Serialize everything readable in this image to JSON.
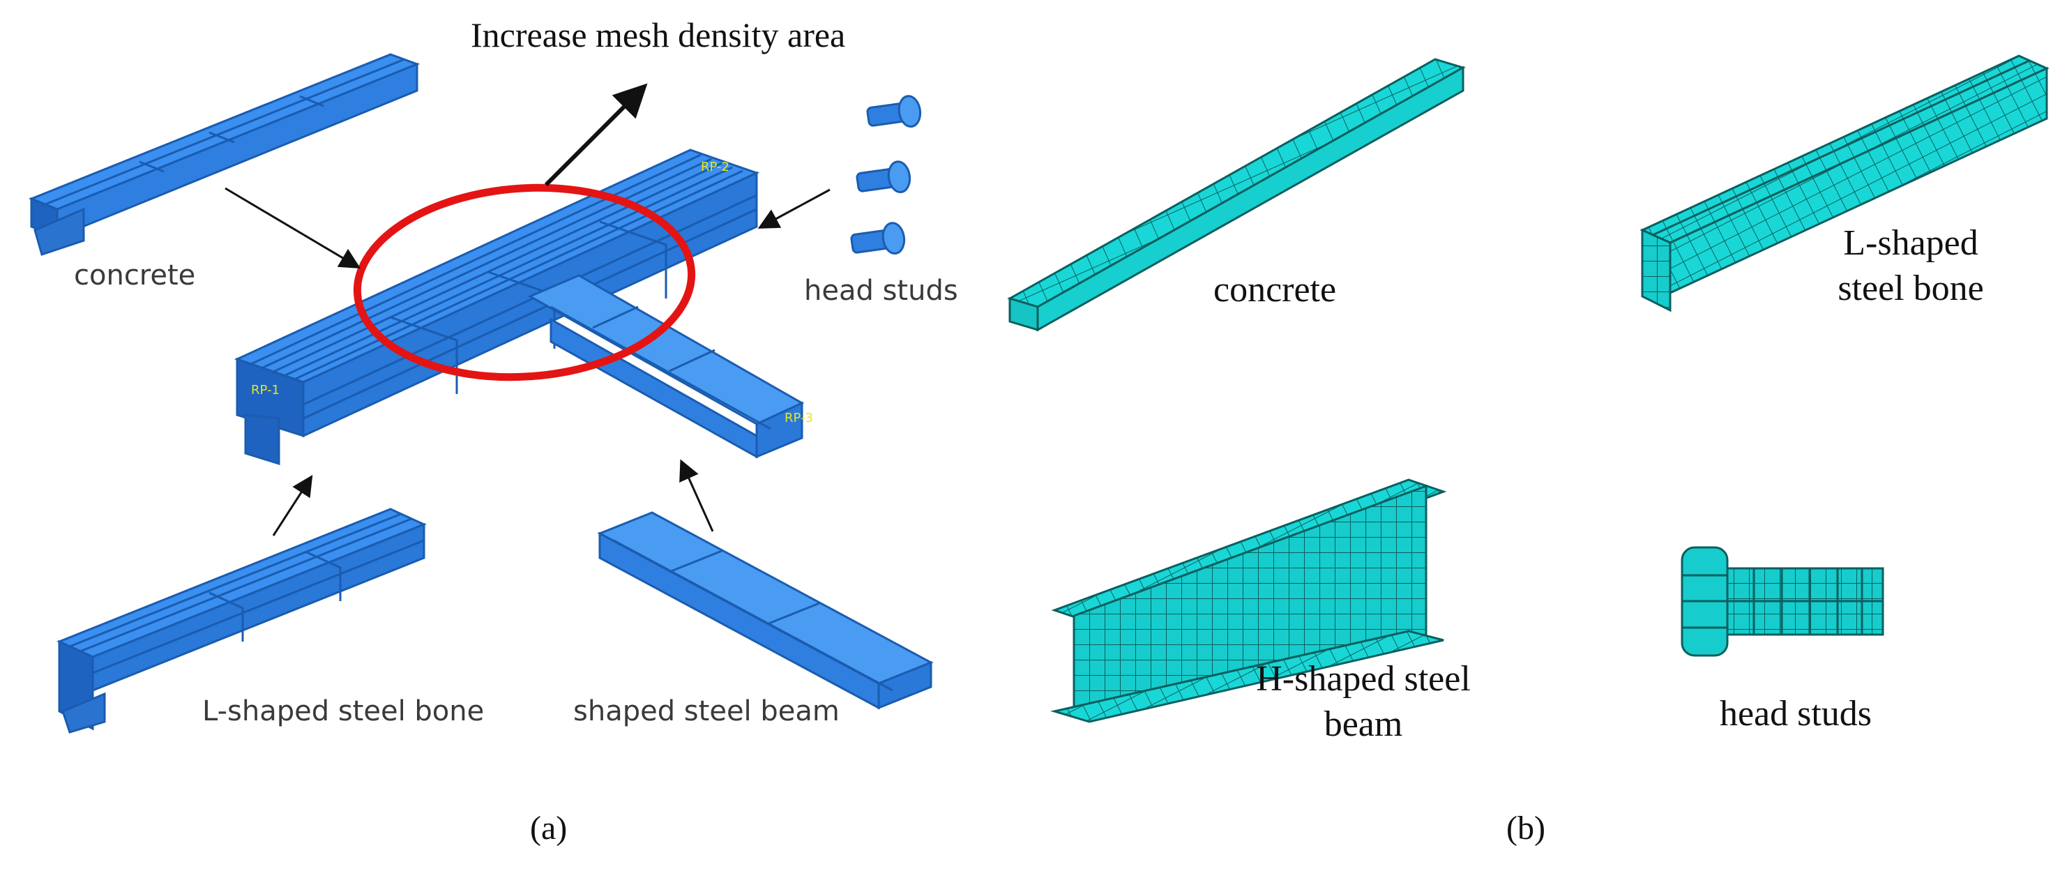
{
  "panel_a": {
    "caption": "(a)",
    "annotation": "Increase mesh density area",
    "labels": {
      "concrete": "concrete",
      "head_studs": "head studs",
      "l_bone": "L-shaped steel bone",
      "steel_beam": "shaped steel beam"
    },
    "rp_labels": [
      "RP-1",
      "RP-2",
      "RP-3"
    ]
  },
  "panel_b": {
    "caption": "(b)",
    "labels": {
      "concrete": "concrete",
      "l_bone_line1": "L-shaped",
      "l_bone_line2": "steel bone",
      "h_beam_line1": "H-shaped steel",
      "h_beam_line2": "beam",
      "head_studs": "head studs"
    }
  },
  "colors": {
    "part_blue": "#2f7fe0",
    "part_blue_dark": "#1a5cb0",
    "mesh_cyan": "#19d7d7",
    "mesh_line": "#0b5f5f",
    "highlight_red": "#e41414",
    "rp_yellow": "#e6e619"
  }
}
